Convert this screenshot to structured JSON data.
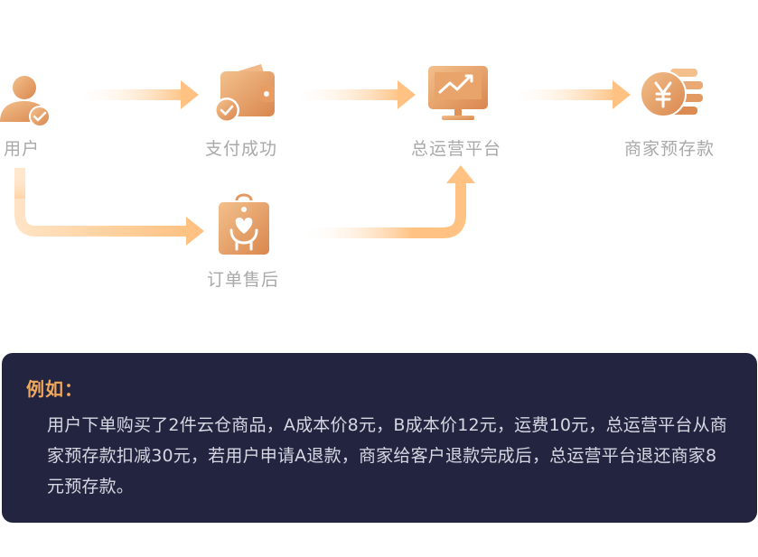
{
  "nodes": {
    "user": {
      "label": "用户",
      "icon": "user-check-icon"
    },
    "payment": {
      "label": "支付成功",
      "icon": "wallet-check-icon"
    },
    "platform": {
      "label": "总运营平台",
      "icon": "monitor-trend-icon"
    },
    "merchant": {
      "label": "商家预存款",
      "icon": "yen-coin-stack-icon"
    },
    "after_sale": {
      "label": "订单售后",
      "icon": "heart-hand-bag-icon"
    }
  },
  "colors": {
    "icon_gradient_start": "#f3c08c",
    "icon_gradient_end": "#d9874e",
    "arrow_color": "#ffc282",
    "label_color": "#a9a9a9",
    "panel_bg": "#232540",
    "panel_title": "#f0a85c",
    "panel_text": "#d6d7e2"
  },
  "example": {
    "title": "例如：",
    "text": "用户下单购买了2件云仓商品，A成本价8元，B成本价12元，运费10元，总运营平台从商家预存款扣减30元，若用户申请A退款，商家给客户退款完成后，总运营平台退还商家8元预存款。"
  }
}
